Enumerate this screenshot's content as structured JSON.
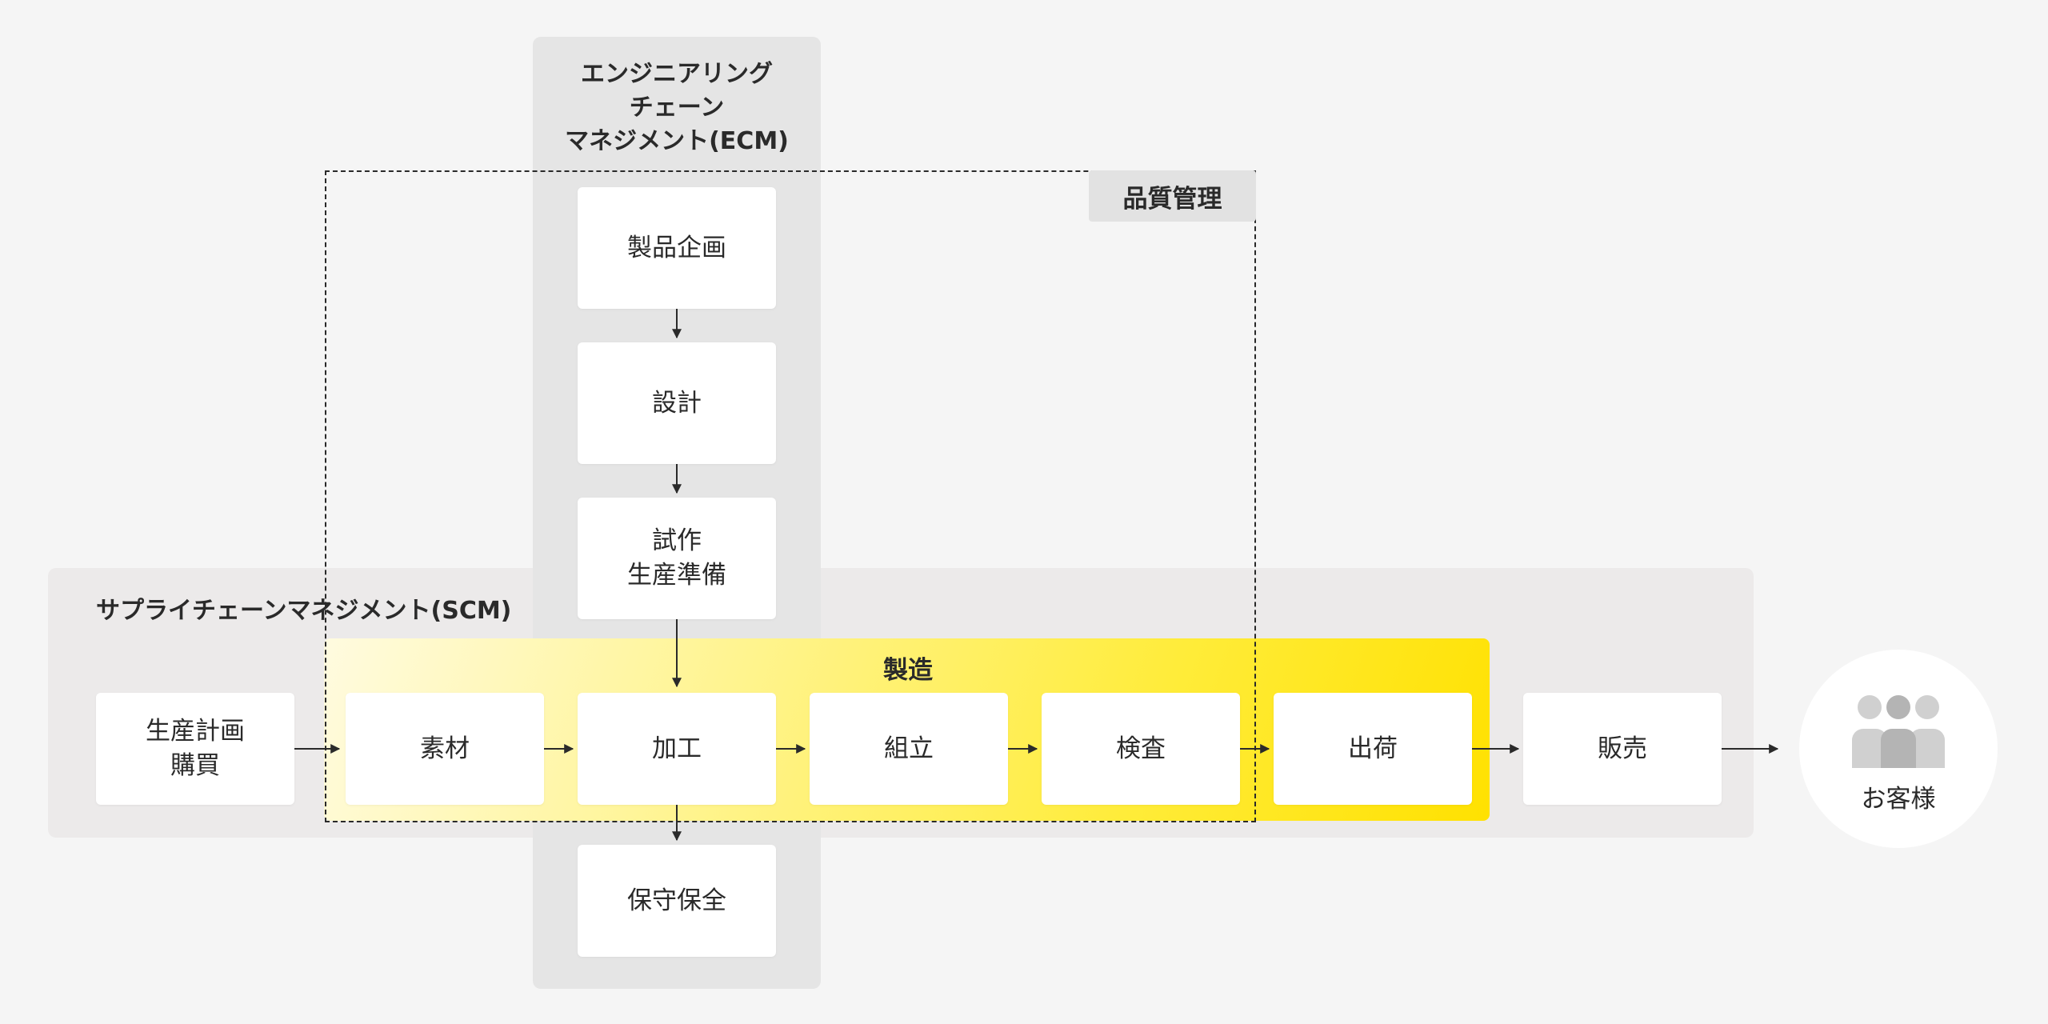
{
  "ecm": {
    "title": "エンジニアリング\nチェーン\nマネジメント(ECM)"
  },
  "scm": {
    "title": "サプライチェーンマネジメント(SCM)"
  },
  "quality": {
    "label": "品質管理"
  },
  "manufacturing": {
    "title": "製造"
  },
  "nodes": {
    "product_planning": "製品企画",
    "design": "設計",
    "prototype": "試作\n生産準備",
    "maintenance": "保守保全",
    "production_planning": "生産計画\n購買",
    "material": "素材",
    "processing": "加工",
    "assembly": "組立",
    "inspection": "検査",
    "shipping": "出荷",
    "sales": "販売"
  },
  "customer": {
    "label": "お客様",
    "icon": "people-group-icon"
  },
  "colors": {
    "background": "#f5f5f5",
    "band": "#eceaea",
    "accent_yellow": "#ffe100"
  }
}
